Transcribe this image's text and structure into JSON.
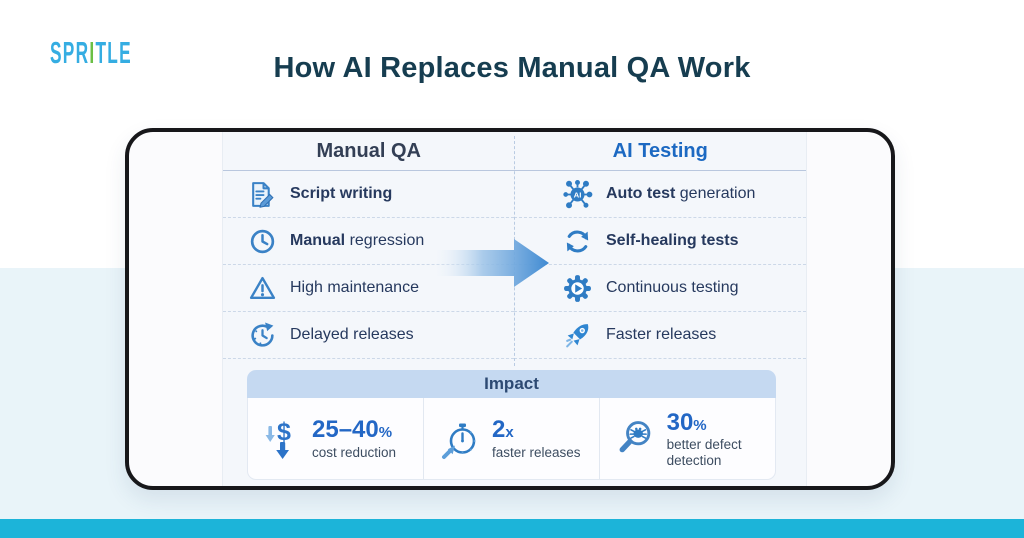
{
  "brand": {
    "part1": "SPR",
    "part2": "I",
    "part3": "TLE"
  },
  "title": "How AI Replaces Manual QA Work",
  "table": {
    "left_header": "Manual QA",
    "right_header": "AI Testing",
    "left_rows": [
      {
        "icon": "document-pencil-icon",
        "bold": "Script writing",
        "rest": ""
      },
      {
        "icon": "clock-icon",
        "bold": "Manual",
        "rest": " regression"
      },
      {
        "icon": "warning-triangle-icon",
        "bold": "",
        "rest": "High maintenance"
      },
      {
        "icon": "clock-arrow-icon",
        "bold": "",
        "rest": "Delayed releases"
      }
    ],
    "right_rows": [
      {
        "icon": "ai-chip-icon",
        "bold": "Auto test",
        "rest": " generation"
      },
      {
        "icon": "refresh-arrows-icon",
        "bold": "Self-healing tests",
        "rest": ""
      },
      {
        "icon": "gear-play-icon",
        "bold": "",
        "rest": "Continuous testing"
      },
      {
        "icon": "rocket-icon",
        "bold": "",
        "rest": "Faster releases"
      }
    ]
  },
  "impact": {
    "header": "Impact",
    "stats": [
      {
        "icon": "dollar-down-arrows-icon",
        "value": "25–40",
        "suffix": "%",
        "label": "cost reduction"
      },
      {
        "icon": "stopwatch-arrow-icon",
        "value": "2",
        "suffix": "x",
        "label": "faster releases"
      },
      {
        "icon": "magnifier-bug-icon",
        "value": "30",
        "suffix": "%",
        "label": "better defect detection"
      }
    ]
  },
  "colors": {
    "accent_blue": "#2f7cc4",
    "title": "#163d50",
    "header_left": "#333f55",
    "header_right": "#1c69c2",
    "impact_bar": "#c5d9f1",
    "stat_value": "#2367c5",
    "band_mid": "#e9f4f9",
    "band_bottom": "#1cb4d9",
    "logo_blue": "#35ade2",
    "logo_green": "#6abf45",
    "card_border": "#17171a"
  }
}
